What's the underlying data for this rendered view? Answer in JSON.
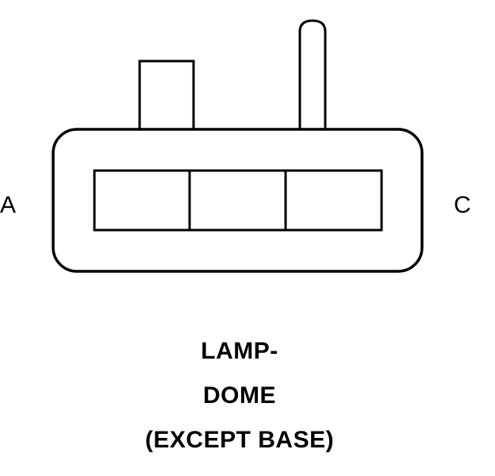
{
  "diagram": {
    "pin_left_label": "A",
    "pin_right_label": "C",
    "cavity_count": 3
  },
  "caption": {
    "line1": "LAMP-",
    "line2": "DOME",
    "line3": "(EXCEPT BASE)"
  },
  "colors": {
    "stroke": "#000000",
    "background": "#ffffff"
  }
}
